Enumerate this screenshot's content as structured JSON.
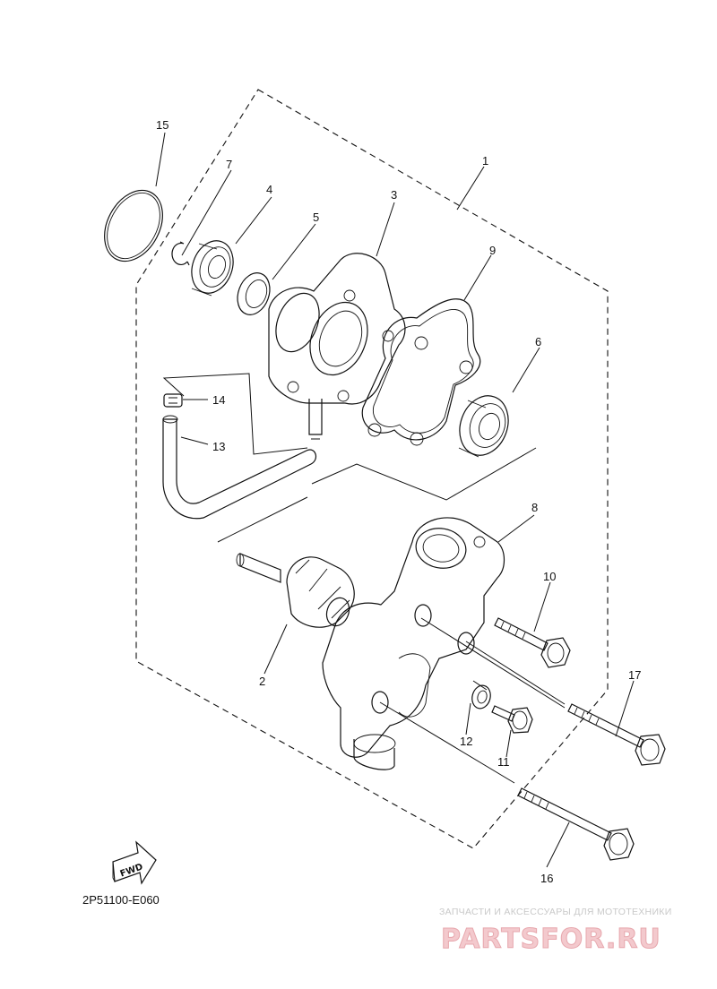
{
  "diagram": {
    "reference_code": "2P51100-E060",
    "fwd_label": "FWD",
    "callouts": [
      "1",
      "2",
      "3",
      "4",
      "5",
      "6",
      "7",
      "8",
      "9",
      "10",
      "11",
      "12",
      "13",
      "14",
      "15",
      "16",
      "17"
    ]
  },
  "watermark": {
    "tagline": "ЗАПЧАСТИ И АКСЕССУАРЫ ДЛЯ МОТОТЕХНИКИ",
    "logo": "PARTSFOR.RU"
  }
}
